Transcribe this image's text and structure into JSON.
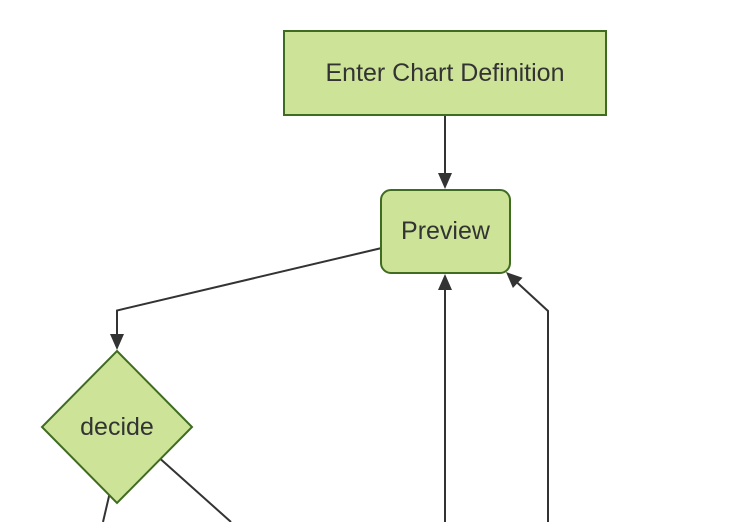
{
  "diagram": {
    "type": "flowchart",
    "direction": "top-down",
    "background": "#ffffff",
    "colors": {
      "node_fill": "#cde498",
      "node_border": "#3f6c21",
      "edge_line": "#333333",
      "arrowhead": "#333333",
      "label_text": "#333333"
    },
    "nodes": [
      {
        "id": "enter-chart-definition",
        "label": "Enter Chart Definition",
        "shape": "rectangle"
      },
      {
        "id": "preview",
        "label": "Preview",
        "shape": "rounded-rectangle"
      },
      {
        "id": "decide",
        "label": "decide",
        "shape": "diamond"
      }
    ],
    "edges": [
      {
        "from": "enter-chart-definition",
        "to": "preview",
        "arrowhead": true
      },
      {
        "from": "preview",
        "to": "decide",
        "arrowhead": true
      },
      {
        "from": "offscreen-bottom",
        "to": "preview",
        "arrowhead": true,
        "entry": "bottom-center"
      },
      {
        "from": "offscreen-bottom",
        "to": "preview",
        "arrowhead": true,
        "entry": "bottom-right-corner"
      },
      {
        "from": "decide",
        "to": "offscreen-bottom",
        "arrowhead": false,
        "exit": "bottom-point"
      },
      {
        "from": "decide",
        "to": "offscreen-bottom",
        "arrowhead": false,
        "exit": "lower-right-edge"
      }
    ]
  }
}
